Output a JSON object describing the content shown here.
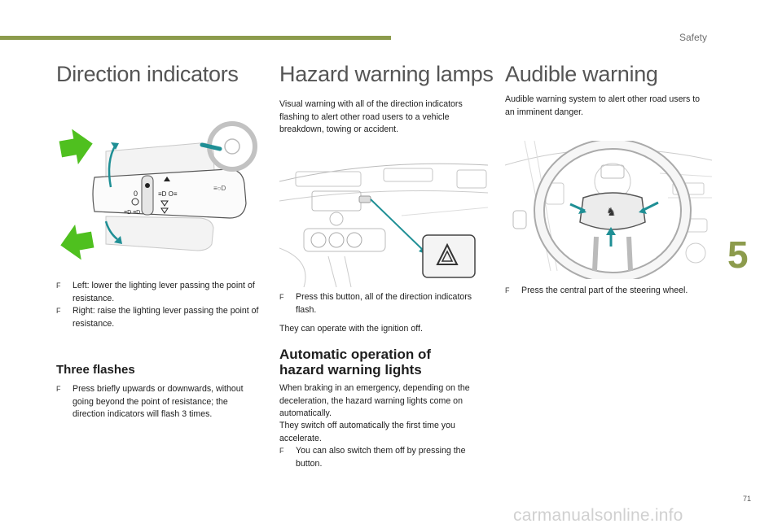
{
  "header": {
    "section": "Safety",
    "chapter_number": "5",
    "page_number": "71"
  },
  "watermark": "carmanualsonline.info",
  "direction_indicators": {
    "title": "Direction indicators",
    "bullets": [
      "Left: lower the lighting lever passing the point of resistance.",
      "Right: raise the lighting lever passing the point of resistance."
    ],
    "three_flashes": {
      "heading": "Three flashes",
      "bullet": "Press briefly upwards or downwards, without going beyond the point of resistance; the direction indicators will flash 3 times."
    }
  },
  "hazard_warning": {
    "title": "Hazard warning lamps",
    "intro": "Visual warning with all of the direction indicators flashing to alert other road users to a vehicle breakdown, towing or accident.",
    "bullet": "Press this button, all of the direction indicators flash.",
    "note": "They can operate with the ignition off.",
    "automatic": {
      "heading_line1": "Automatic operation of",
      "heading_line2": "hazard warning lights",
      "text1": "When braking in an emergency, depending on the deceleration, the hazard warning lights come on automatically.",
      "text2": "They switch off automatically the first time you accelerate.",
      "bullet": "You can also switch them off by pressing the button."
    }
  },
  "audible_warning": {
    "title": "Audible warning",
    "intro": "Audible warning system to alert other road users to an imminent danger.",
    "bullet": "Press the central part of the steering wheel."
  },
  "colors": {
    "accent": "#8c9b4c",
    "arrow_green": "#4fc01f",
    "arrow_teal": "#1f8f95",
    "title_grey": "#555555"
  },
  "icons": {
    "bullet": "F",
    "hazard": "hazard-triangle-icon",
    "brand": "lion-logo-icon"
  }
}
